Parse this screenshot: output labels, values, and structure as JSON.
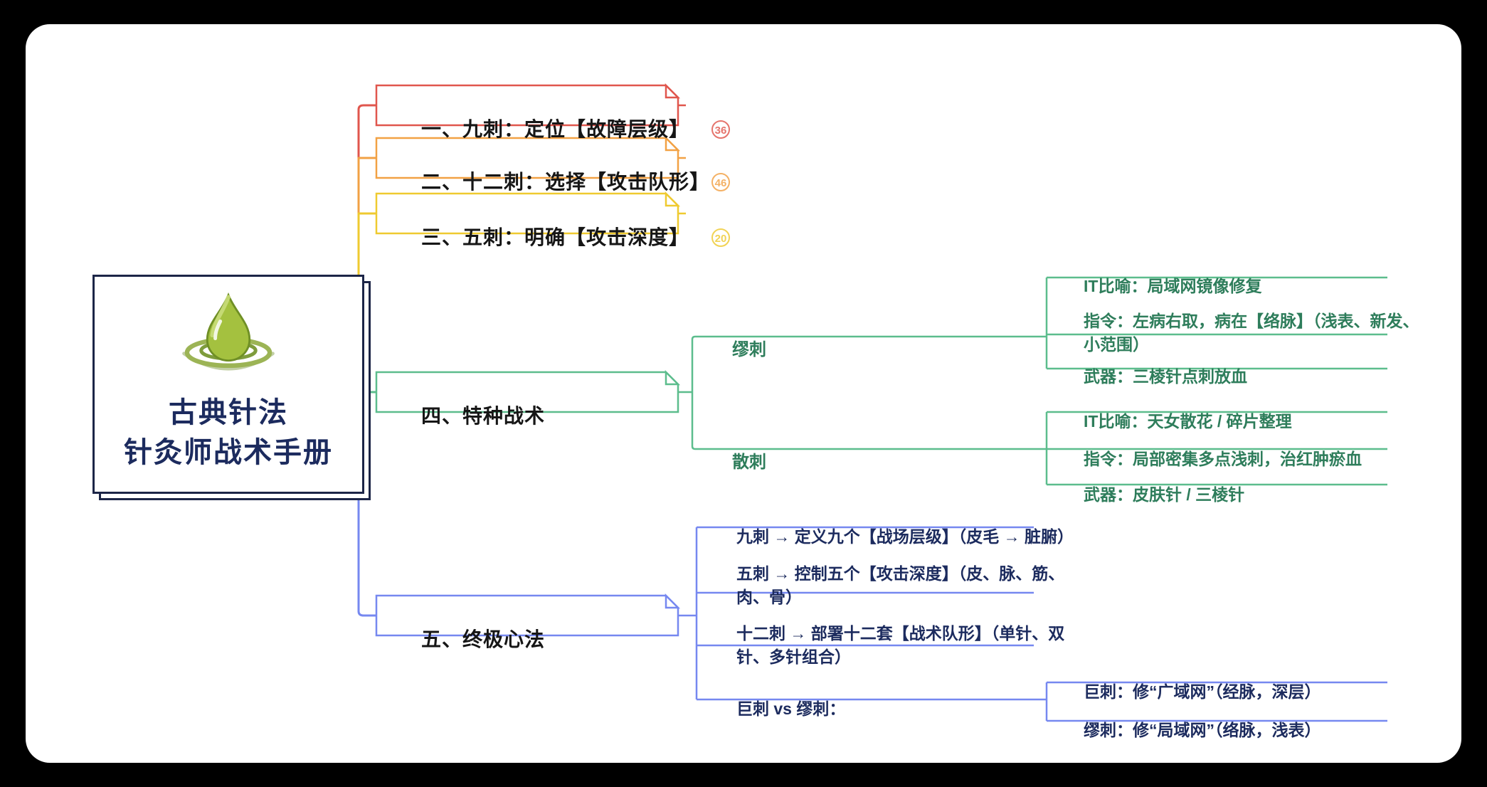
{
  "root": {
    "title_line1": "古典针法",
    "title_line2": "针灸师战术手册"
  },
  "branches": {
    "b1": {
      "label": "一、九刺：定位【故障层级】",
      "badge": "36",
      "color": "#E0564D"
    },
    "b2": {
      "label": "二、十二刺：选择【攻击队形】",
      "badge": "46",
      "color": "#F2A144"
    },
    "b3": {
      "label": "三、五刺：明确【攻击深度】",
      "badge": "20",
      "color": "#EFCA30"
    },
    "b4": {
      "label": "四、特种战术",
      "color": "#5CBD8D",
      "miuci": {
        "label": "缪刺",
        "it": "IT比喻：局域网镜像修复",
        "cmd": "指令：左病右取，病在【络脉】（浅表、新发、小范围）",
        "weapon": "武器：三棱针点刺放血"
      },
      "sanci": {
        "label": "散刺",
        "it": "IT比喻：天女散花 / 碎片整理",
        "cmd": "指令：局部密集多点浅刺，治红肿瘀血",
        "weapon": "武器：皮肤针 / 三棱针"
      }
    },
    "b5": {
      "label": "五、终极心法",
      "color": "#7688F0",
      "item1": "九刺 → 定义九个【战场层级】（皮毛 → 脏腑）",
      "item2": "五刺 → 控制五个【攻击深度】（皮、脉、筋、肉、骨）",
      "item3": "十二刺 → 部署十二套【战术队形】（单针、双针、多针组合）",
      "item4": "巨刺 vs 缪刺：",
      "juci": "巨刺：修“广域网”（经脉，深层）",
      "miuci2": "缪刺：修“局域网”（络脉，浅表）"
    }
  }
}
